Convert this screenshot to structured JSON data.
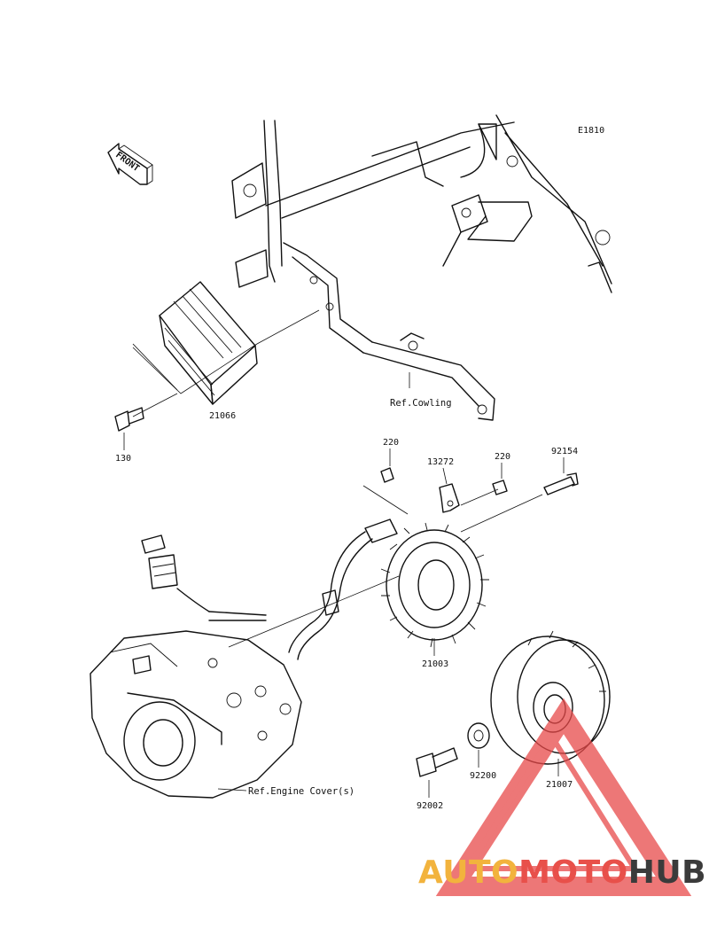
{
  "diagram_code": "E1810",
  "front_label": "FRONT",
  "parts": {
    "regulator": "21066",
    "bolt_130": "130",
    "bolt_220_a": "220",
    "bracket": "13272",
    "bolt_220_b": "220",
    "bolt_92154": "92154",
    "stator": "21003",
    "rotor": "21007",
    "washer": "92200",
    "flange_bolt": "92002"
  },
  "refs": {
    "cowling": "Ref.Cowling",
    "engine_cover": "Ref.Engine Cover(s)"
  },
  "watermark": {
    "auto": "AUTO",
    "moto": "MOTO",
    "hub": "HUB",
    "colors": {
      "auto": "#f2b33d",
      "moto": "#e8504a",
      "hub": "#3b3b3b",
      "triangle": "#e84a4a"
    }
  }
}
